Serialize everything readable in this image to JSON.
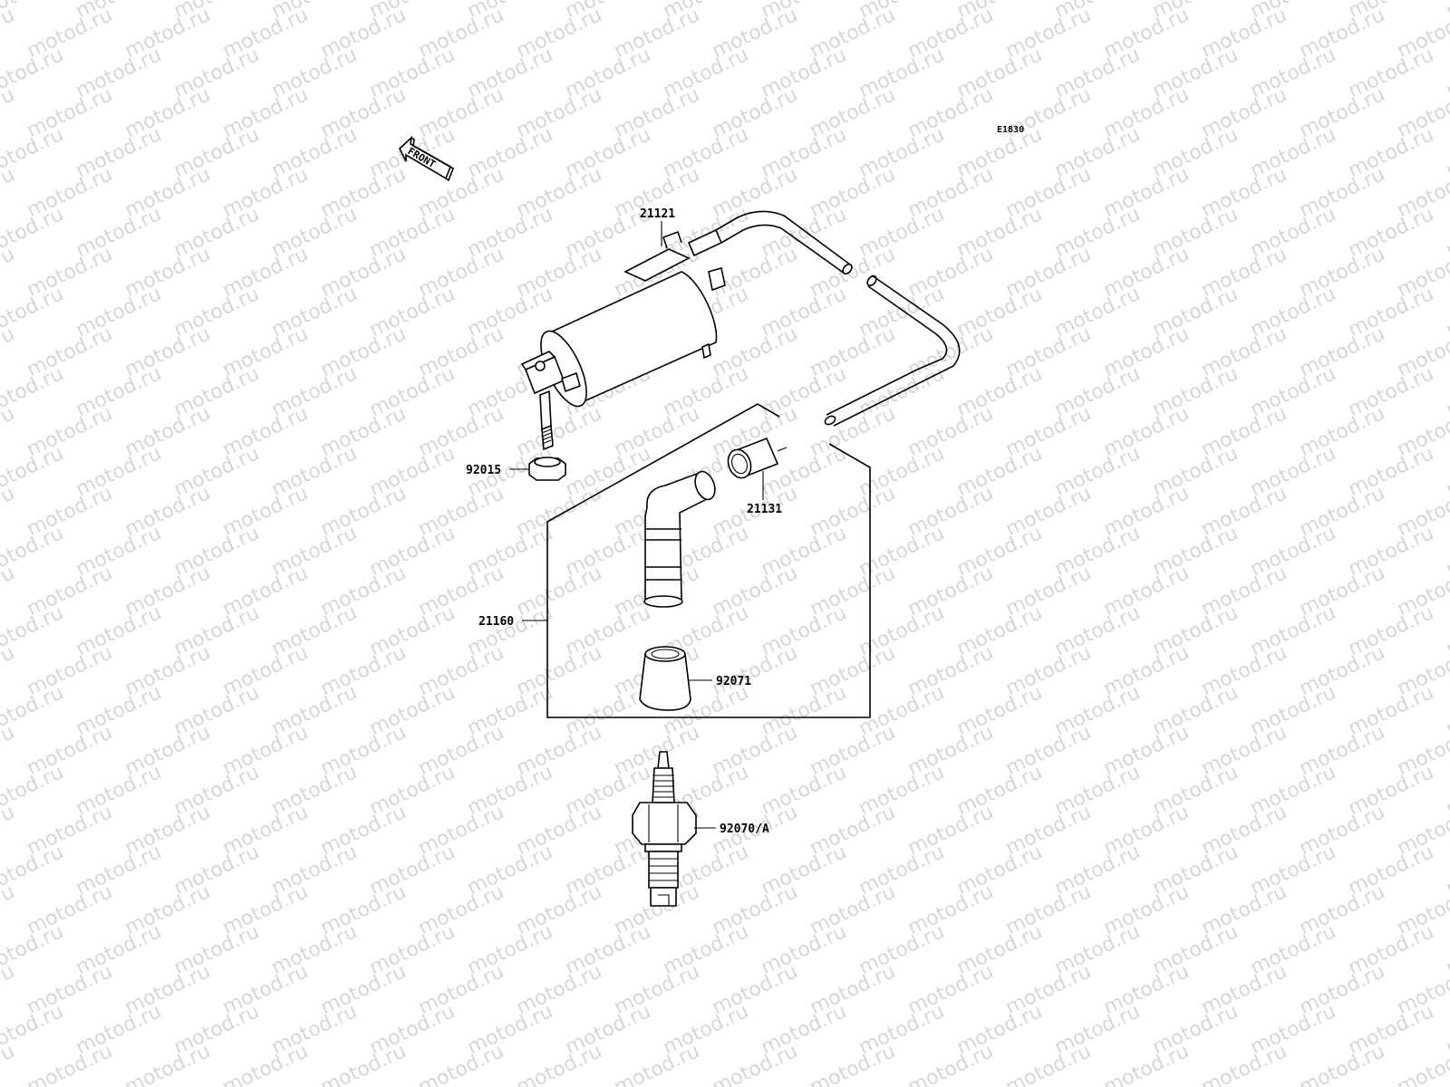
{
  "diagram_code": "E1830",
  "direction_label": "FRONT",
  "watermark": "motod.ru",
  "parts": [
    {
      "number": "21121"
    },
    {
      "number": "92015"
    },
    {
      "number": "21131"
    },
    {
      "number": "21160"
    },
    {
      "number": "92071"
    },
    {
      "number": "92070/A"
    }
  ]
}
